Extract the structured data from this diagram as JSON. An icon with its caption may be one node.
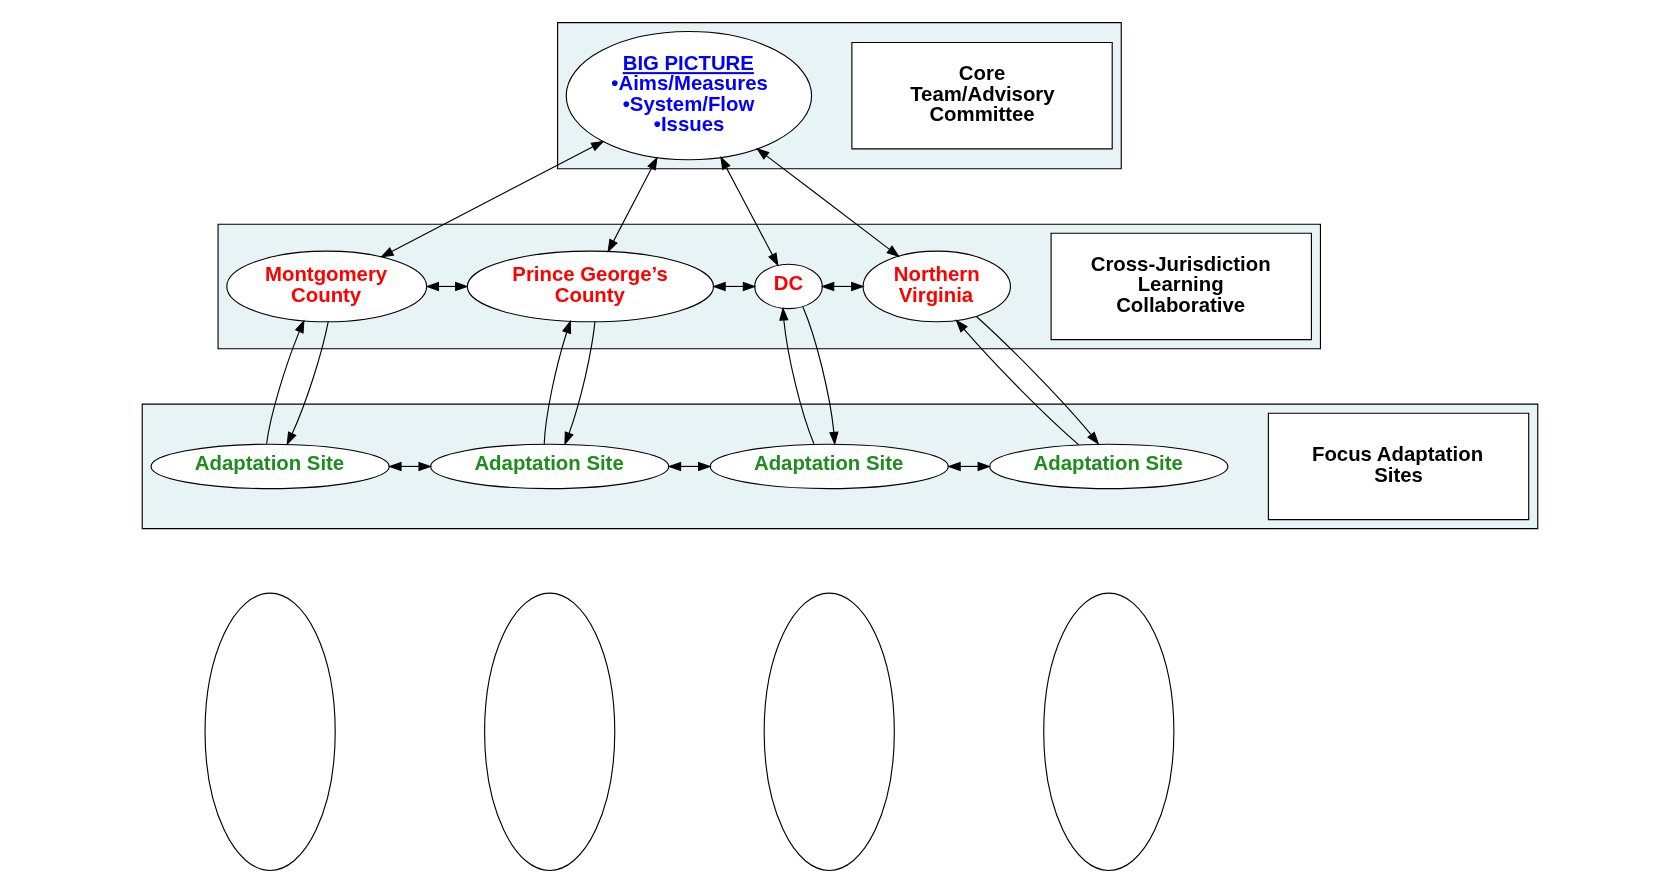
{
  "diagram": {
    "nodes": [
      {
        "text": [],
        "shape": "band"
      },
      {
        "text": [
          "Core Team/Advisory Committee"
        ],
        "in": 0
      },
      {
        "text": [
          "BIG PICTURE",
          "•Aims/Measures",
          "•System/Flow",
          "•Issues"
        ],
        "in": 0
      },
      {
        "text": [],
        "shape": "band"
      },
      {
        "text": [
          "Cross-Jurisdiction Learning Collaborative"
        ],
        "in": 3
      },
      {
        "text": [
          "Montgomery County"
        ],
        "in": 3
      },
      {
        "text": [
          "Prince George’s County"
        ],
        "in": 3
      },
      {
        "text": [
          "DC"
        ],
        "in": 3
      },
      {
        "text": [
          "Northern Virginia"
        ],
        "in": 3
      },
      {
        "text": [],
        "shape": "band"
      },
      {
        "text": [
          "Focus Adaptation Sites"
        ],
        "in": 9
      },
      {
        "text": [
          "Adaptation Site"
        ],
        "in": 9
      },
      {
        "text": [
          "Adaptation Site"
        ],
        "in": 9
      },
      {
        "text": [
          "Adaptation Site"
        ],
        "in": 9
      },
      {
        "text": [
          "Adaptation Site"
        ],
        "in": 9
      },
      {
        "text": [],
        "shape": "ellipse"
      },
      {
        "text": [],
        "shape": "ellipse"
      },
      {
        "text": [],
        "shape": "ellipse"
      },
      {
        "text": [],
        "shape": "ellipse"
      }
    ],
    "edges": [
      {
        "from": 2,
        "to": 5,
        "arrow": "both"
      },
      {
        "from": 2,
        "to": 6,
        "arrow": "both"
      },
      {
        "from": 2,
        "to": 7,
        "arrow": "both"
      },
      {
        "from": 2,
        "to": 8,
        "arrow": "both"
      },
      {
        "from": 5,
        "to": 6,
        "arrow": "both"
      },
      {
        "from": 6,
        "to": 7,
        "arrow": "both"
      },
      {
        "from": 7,
        "to": 8,
        "arrow": "both"
      },
      {
        "from": 5,
        "to": 11,
        "arrow": "to"
      },
      {
        "from": 11,
        "to": 5,
        "arrow": "to"
      },
      {
        "from": 6,
        "to": 12,
        "arrow": "to"
      },
      {
        "from": 12,
        "to": 6,
        "arrow": "to"
      },
      {
        "from": 7,
        "to": 13,
        "arrow": "to"
      },
      {
        "from": 13,
        "to": 7,
        "arrow": "to"
      },
      {
        "from": 8,
        "to": 14,
        "arrow": "to"
      },
      {
        "from": 14,
        "to": 8,
        "arrow": "to"
      },
      {
        "from": 11,
        "to": 12,
        "arrow": "both"
      },
      {
        "from": 12,
        "to": 13,
        "arrow": "both"
      },
      {
        "from": 13,
        "to": 14,
        "arrow": "both"
      }
    ]
  }
}
